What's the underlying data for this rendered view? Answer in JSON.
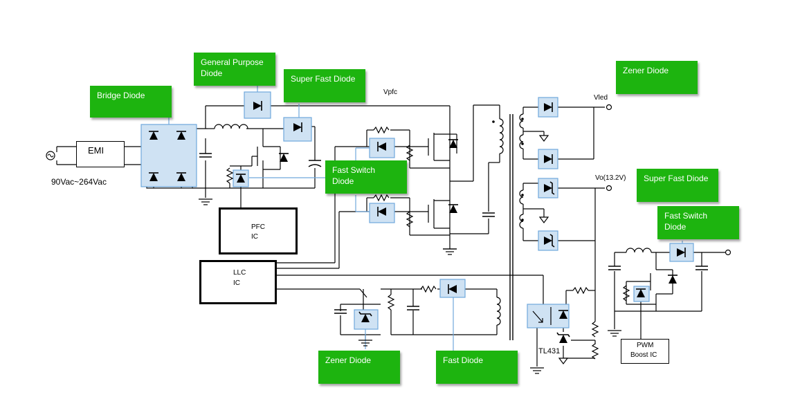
{
  "labels": {
    "bridge": "Bridge Diode",
    "general_line1": "General Purpose",
    "general_line2": "Diode",
    "superfast_top": "Super Fast Diode",
    "zener_top": "Zener Diode",
    "fastswitch_mid_line1": "Fast Switch",
    "fastswitch_mid_line2": "Diode",
    "superfast_right": "Super Fast Diode",
    "fastswitch_right_line1": "Fast Switch",
    "fastswitch_right_line2": "Diode",
    "zener_bottom": "Zener Diode",
    "fastdiode_bottom": "Fast Diode"
  },
  "blocks": {
    "emi": "EMI",
    "pfc_line1": "PFC",
    "pfc_line2": "IC",
    "llc_line1": "LLC",
    "llc_line2": "IC",
    "pwm_line1": "PWM",
    "pwm_line2": "Boost IC"
  },
  "nodes": {
    "input": "90Vac~264Vac",
    "vpfc": "Vpfc",
    "vled": "Vled",
    "vo": "Vo(13.2V)",
    "tl431": "TL431"
  },
  "colors": {
    "label_bg": "#1db40f",
    "highlight_fill": "#cfe2f3",
    "highlight_stroke": "#6fa8dc",
    "wire": "#000000"
  }
}
